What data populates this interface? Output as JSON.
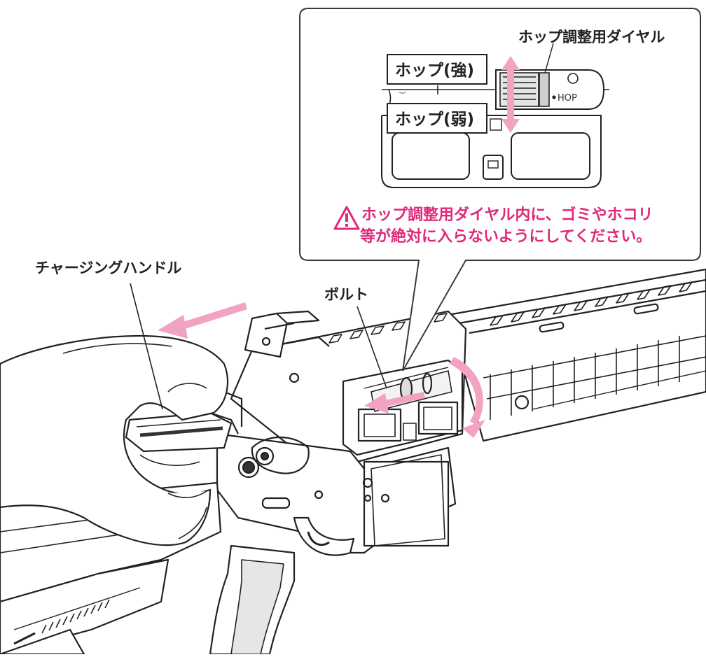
{
  "labels": {
    "hop_dial": "ホップ調整用ダイヤル",
    "hop_strong": "ホップ(強)",
    "hop_weak": "ホップ(弱)",
    "hop_marking": "HOP",
    "charging_handle": "チャージングハンドル",
    "bolt": "ボルト"
  },
  "warning": {
    "line1": "ホップ調整用ダイヤル内に、ゴミやホコリ",
    "line2": "等が絶対に入らないようにしてください。"
  },
  "colors": {
    "accent": "#e0287a",
    "arrow": "#f2a3c3",
    "ink": "#222222",
    "callout_border": "#3a3a3a"
  }
}
